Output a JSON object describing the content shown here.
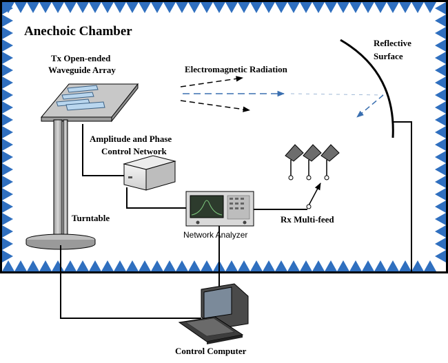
{
  "diagram": {
    "title": "Anechoic Chamber",
    "labels": {
      "tx_array_line1": "Tx Open-ended",
      "tx_array_line2": "Waveguide Array",
      "em_radiation": "Electromagnetic Radiation",
      "reflective_line1": "Reflective",
      "reflective_line2": "Surface",
      "control_network_line1": "Amplitude and Phase",
      "control_network_line2": "Control Network",
      "turntable": "Turntable",
      "network_analyzer": "Network Analyzer",
      "rx_multifeed": "Rx Multi-feed",
      "control_computer": "Control Computer"
    },
    "colors": {
      "absorber": "#2f6fbf",
      "chamber_border": "#000000",
      "ray_dashed_blue": "#3a6fb0",
      "ray_dashed_black": "#000000"
    }
  }
}
